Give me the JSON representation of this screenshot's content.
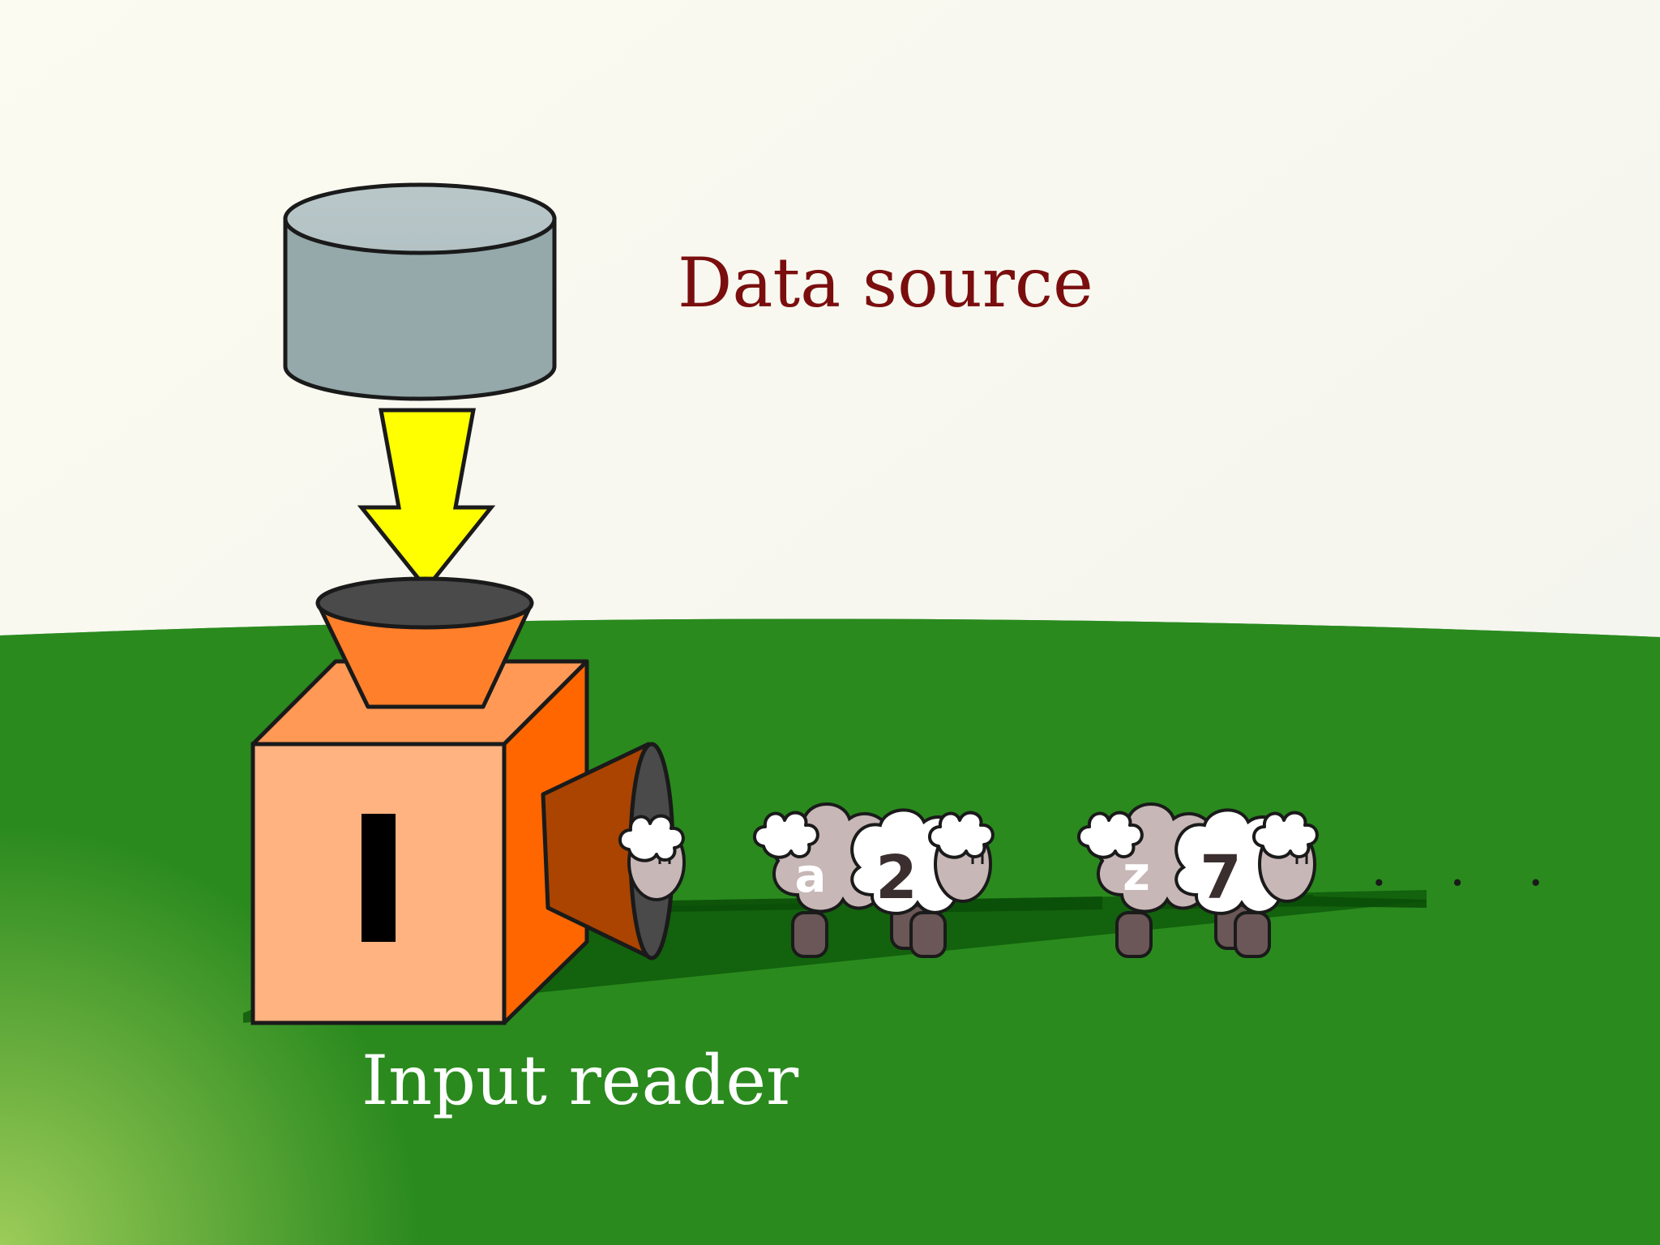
{
  "labels": {
    "data_source": "Data source",
    "input_reader": "Input reader",
    "reader_mark": "I",
    "ellipsis": ". . ."
  },
  "sheep": [
    {
      "key": "a",
      "value": "2"
    },
    {
      "key": "z",
      "value": "7"
    }
  ],
  "colors": {
    "sky": "#fbfbf1",
    "grass": "#2a8a1e",
    "label_title": "#7a0e0e",
    "label_ground": "#ffffff",
    "arrow": "#ffff00",
    "box_front": "#ffb380",
    "box_side": "#ff6600",
    "hopper": "#ff7f2a",
    "cylinder": "#95a8aa"
  },
  "icons": [
    "database-cylinder-icon",
    "down-arrow-icon",
    "machine-box-icon",
    "sheep-icon",
    "ellipsis-icon"
  ]
}
